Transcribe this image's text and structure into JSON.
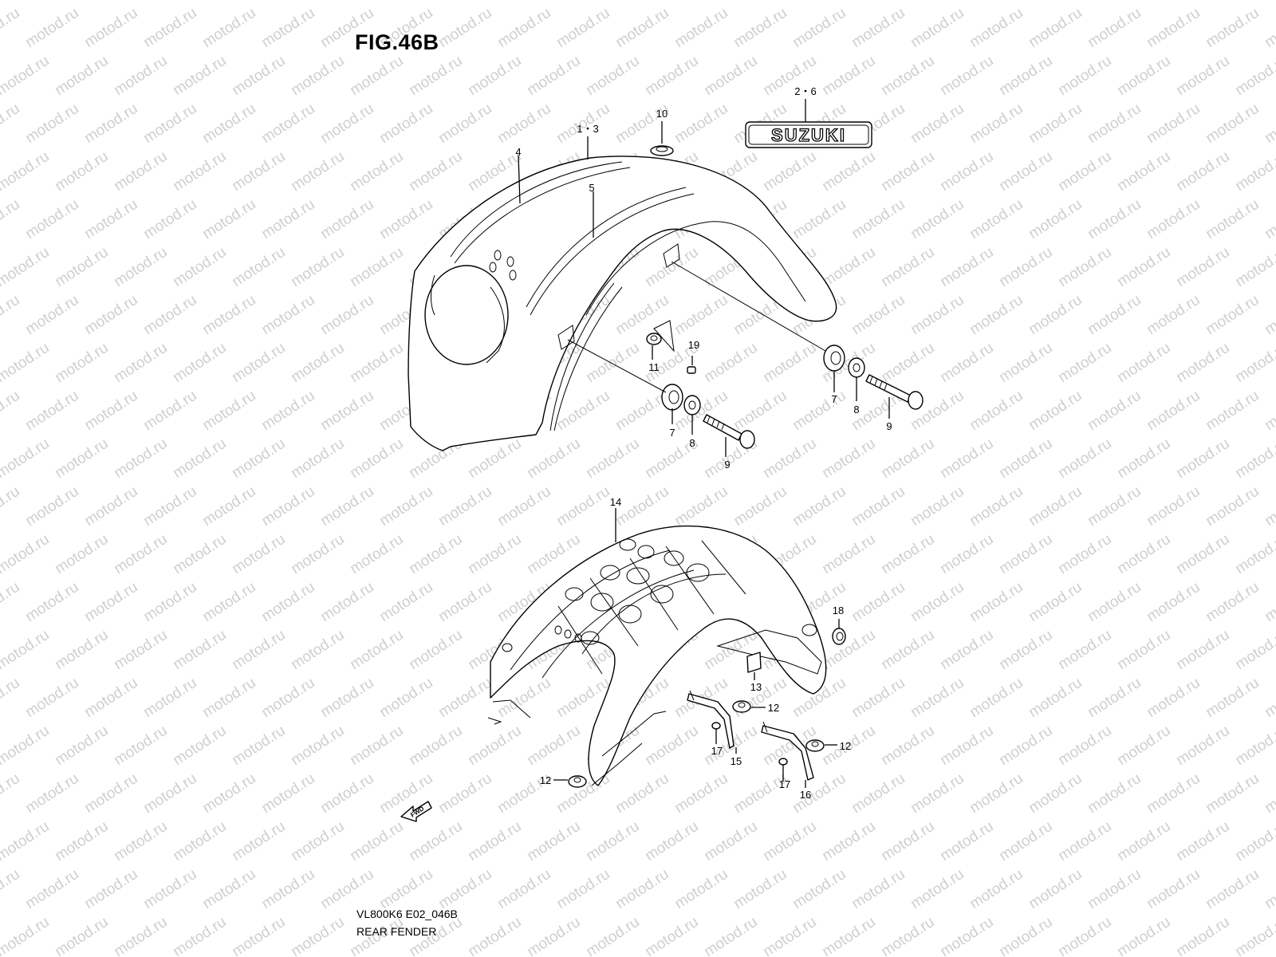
{
  "figure": {
    "title": "FIG.46B",
    "code": "VL800K6 E02_046B",
    "name": "REAR FENDER"
  },
  "logo": {
    "text": "SUZUKI"
  },
  "watermark": {
    "text": "motod.ru"
  },
  "fwd_label": "FWD",
  "callouts": {
    "c1_3": "1・3",
    "c2_6": "2・6",
    "c4": "4",
    "c5": "5",
    "c7a": "7",
    "c7b": "7",
    "c8a": "8",
    "c8b": "8",
    "c9a": "9",
    "c9b": "9",
    "c10": "10",
    "c11": "11",
    "c12a": "12",
    "c12b": "12",
    "c12c": "12",
    "c13": "13",
    "c14": "14",
    "c15": "15",
    "c16": "16",
    "c17a": "17",
    "c17b": "17",
    "c18": "18",
    "c19": "19"
  }
}
